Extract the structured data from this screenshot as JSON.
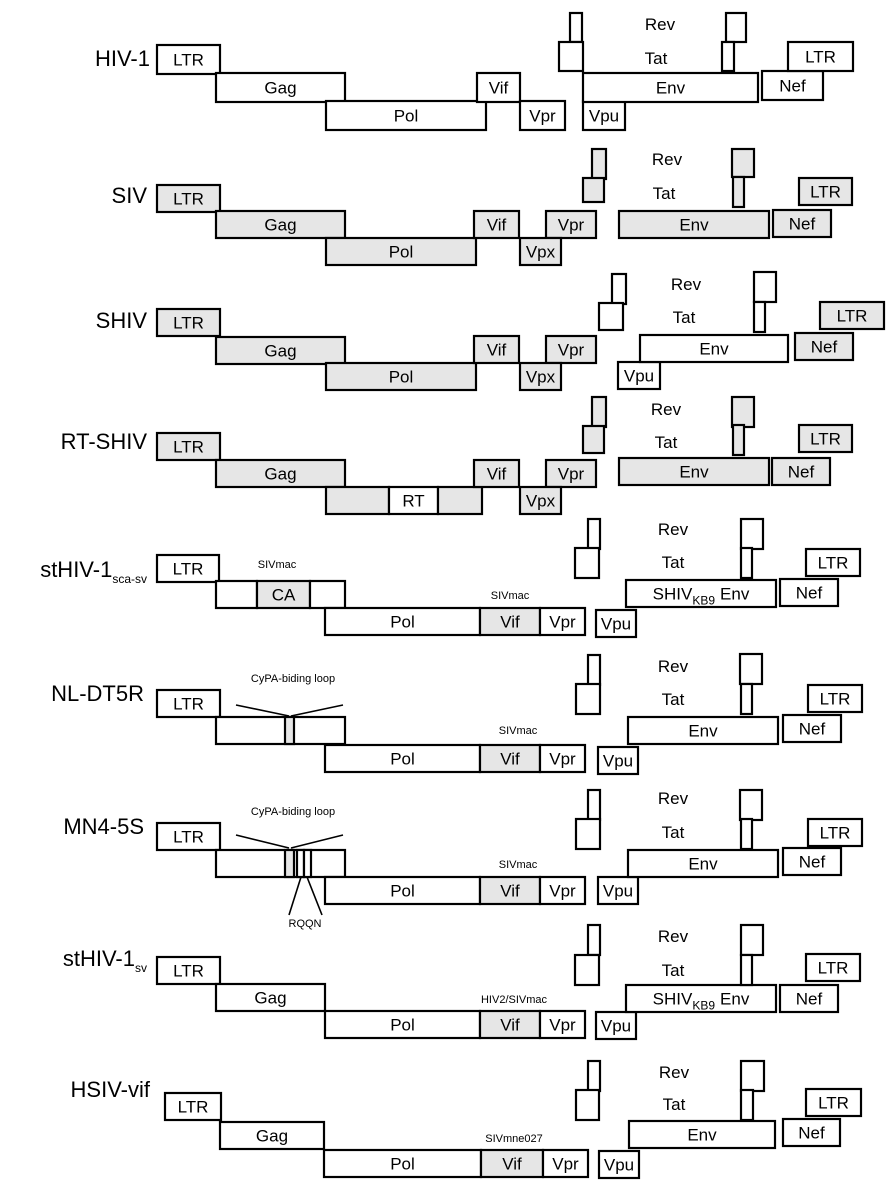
{
  "colors": {
    "white": "#ffffff",
    "grey": "#e6e6e6",
    "stroke": "#000000"
  },
  "genomes": [
    {
      "label": "HIV-1",
      "boxes": [
        {
          "label": "LTR",
          "fill": "white"
        },
        {
          "label": "Gag",
          "fill": "white"
        },
        {
          "label": "Pol",
          "fill": "white"
        },
        {
          "label": "Vif",
          "fill": "white"
        },
        {
          "label": "Vpr",
          "fill": "white"
        },
        {
          "label": "Vpu",
          "fill": "white"
        },
        {
          "label": "Env",
          "fill": "white"
        },
        {
          "label": "Nef",
          "fill": "white"
        },
        {
          "label": "LTR",
          "fill": "white"
        },
        {
          "label": "",
          "fill": "white"
        },
        {
          "label": "",
          "fill": "white"
        },
        {
          "label": "",
          "fill": "white"
        },
        {
          "label": "",
          "fill": "white"
        }
      ],
      "rev": "Rev",
      "tat": "Tat"
    },
    {
      "label": "SIV",
      "boxes": [
        {
          "label": "LTR",
          "fill": "grey"
        },
        {
          "label": "Gag",
          "fill": "grey"
        },
        {
          "label": "Pol",
          "fill": "grey"
        },
        {
          "label": "Vif",
          "fill": "grey"
        },
        {
          "label": "Vpr",
          "fill": "grey"
        },
        {
          "label": "Vpx",
          "fill": "grey"
        },
        {
          "label": "Env",
          "fill": "grey"
        },
        {
          "label": "Nef",
          "fill": "grey"
        },
        {
          "label": "LTR",
          "fill": "grey"
        },
        {
          "label": "",
          "fill": "grey"
        },
        {
          "label": "",
          "fill": "grey"
        },
        {
          "label": "",
          "fill": "grey"
        },
        {
          "label": "",
          "fill": "grey"
        }
      ],
      "rev": "Rev",
      "tat": "Tat"
    },
    {
      "label": "SHIV",
      "boxes": [
        {
          "label": "LTR",
          "fill": "grey"
        },
        {
          "label": "Gag",
          "fill": "grey"
        },
        {
          "label": "Pol",
          "fill": "grey"
        },
        {
          "label": "Vif",
          "fill": "grey"
        },
        {
          "label": "Vpr",
          "fill": "grey"
        },
        {
          "label": "Vpx",
          "fill": "grey"
        },
        {
          "label": "Vpu",
          "fill": "white"
        },
        {
          "label": "Env",
          "fill": "white"
        },
        {
          "label": "Nef",
          "fill": "grey"
        },
        {
          "label": "LTR",
          "fill": "grey"
        },
        {
          "label": "",
          "fill": "white"
        },
        {
          "label": "",
          "fill": "white"
        },
        {
          "label": "",
          "fill": "white"
        },
        {
          "label": "",
          "fill": "white"
        }
      ],
      "rev": "Rev",
      "tat": "Tat"
    },
    {
      "label": "RT-SHIV",
      "boxes": [
        {
          "label": "LTR",
          "fill": "grey"
        },
        {
          "label": "Gag",
          "fill": "grey"
        },
        {
          "label": "",
          "fill": "grey"
        },
        {
          "label": "RT",
          "fill": "white"
        },
        {
          "label": "",
          "fill": "grey"
        },
        {
          "label": "Vif",
          "fill": "grey"
        },
        {
          "label": "Vpr",
          "fill": "grey"
        },
        {
          "label": "Vpx",
          "fill": "grey"
        },
        {
          "label": "Env",
          "fill": "grey"
        },
        {
          "label": "Nef",
          "fill": "grey"
        },
        {
          "label": "LTR",
          "fill": "grey"
        },
        {
          "label": "",
          "fill": "grey"
        },
        {
          "label": "",
          "fill": "grey"
        },
        {
          "label": "",
          "fill": "grey"
        },
        {
          "label": "",
          "fill": "grey"
        }
      ],
      "rev": "Rev",
      "tat": "Tat"
    },
    {
      "label": "stHIV-1",
      "label_sub": "sca-sv",
      "boxes": [
        {
          "label": "LTR",
          "fill": "white"
        },
        {
          "label": "",
          "fill": "white"
        },
        {
          "label": "CA",
          "fill": "grey"
        },
        {
          "label": "",
          "fill": "white"
        },
        {
          "label": "Pol",
          "fill": "white"
        },
        {
          "label": "Vif",
          "fill": "grey"
        },
        {
          "label": "Vpr",
          "fill": "white"
        },
        {
          "label": "Vpu",
          "fill": "white"
        },
        {
          "label": "Env",
          "fill": "white",
          "pre": "SHIV",
          "sub": "KB9"
        },
        {
          "label": "Nef",
          "fill": "white"
        },
        {
          "label": "LTR",
          "fill": "white"
        },
        {
          "label": "",
          "fill": "white"
        },
        {
          "label": "",
          "fill": "white"
        },
        {
          "label": "",
          "fill": "white"
        },
        {
          "label": "",
          "fill": "white"
        }
      ],
      "rev": "Rev",
      "tat": "Tat",
      "notes": [
        "SIVmac",
        "SIVmac"
      ]
    },
    {
      "label": "NL-DT5R",
      "boxes": [
        {
          "label": "LTR",
          "fill": "white"
        },
        {
          "label": "",
          "fill": "white"
        },
        {
          "label": "",
          "fill": "grey"
        },
        {
          "label": "Pol",
          "fill": "white"
        },
        {
          "label": "Vif",
          "fill": "grey"
        },
        {
          "label": "Vpr",
          "fill": "white"
        },
        {
          "label": "Vpu",
          "fill": "white"
        },
        {
          "label": "Env",
          "fill": "white"
        },
        {
          "label": "Nef",
          "fill": "white"
        },
        {
          "label": "LTR",
          "fill": "white"
        },
        {
          "label": "",
          "fill": "white"
        },
        {
          "label": "",
          "fill": "white"
        },
        {
          "label": "",
          "fill": "white"
        },
        {
          "label": "",
          "fill": "white"
        }
      ],
      "rev": "Rev",
      "tat": "Tat",
      "notes": [
        "CyPA-biding loop",
        "SIVmac"
      ]
    },
    {
      "label": "MN4-5S",
      "boxes": [
        {
          "label": "LTR",
          "fill": "white"
        },
        {
          "label": "",
          "fill": "white"
        },
        {
          "label": "",
          "fill": "grey"
        },
        {
          "label": "",
          "fill": "white"
        },
        {
          "label": "",
          "fill": "white"
        },
        {
          "label": "Pol",
          "fill": "white"
        },
        {
          "label": "Vif",
          "fill": "grey"
        },
        {
          "label": "Vpr",
          "fill": "white"
        },
        {
          "label": "Vpu",
          "fill": "white"
        },
        {
          "label": "Env",
          "fill": "white"
        },
        {
          "label": "Nef",
          "fill": "white"
        },
        {
          "label": "LTR",
          "fill": "white"
        },
        {
          "label": "",
          "fill": "white"
        },
        {
          "label": "",
          "fill": "white"
        },
        {
          "label": "",
          "fill": "white"
        },
        {
          "label": "",
          "fill": "white"
        }
      ],
      "rev": "Rev",
      "tat": "Tat",
      "notes": [
        "CyPA-biding loop",
        "SIVmac",
        "RQQN"
      ]
    },
    {
      "label": "stHIV-1",
      "label_sub": "sv",
      "boxes": [
        {
          "label": "LTR",
          "fill": "white"
        },
        {
          "label": "Gag",
          "fill": "white"
        },
        {
          "label": "Pol",
          "fill": "white"
        },
        {
          "label": "Vif",
          "fill": "grey"
        },
        {
          "label": "Vpr",
          "fill": "white"
        },
        {
          "label": "Vpu",
          "fill": "white"
        },
        {
          "label": "Env",
          "fill": "white",
          "pre": "SHIV",
          "sub": "KB9"
        },
        {
          "label": "Nef",
          "fill": "white"
        },
        {
          "label": "LTR",
          "fill": "white"
        },
        {
          "label": "",
          "fill": "white"
        },
        {
          "label": "",
          "fill": "white"
        },
        {
          "label": "",
          "fill": "white"
        },
        {
          "label": "",
          "fill": "white"
        }
      ],
      "rev": "Rev",
      "tat": "Tat",
      "notes": [
        "HIV2/SIVmac"
      ]
    },
    {
      "label": "HSIV-vif",
      "boxes": [
        {
          "label": "LTR",
          "fill": "white"
        },
        {
          "label": "Gag",
          "fill": "white"
        },
        {
          "label": "Pol",
          "fill": "white"
        },
        {
          "label": "Vif",
          "fill": "grey"
        },
        {
          "label": "Vpr",
          "fill": "white"
        },
        {
          "label": "Vpu",
          "fill": "white"
        },
        {
          "label": "Env",
          "fill": "white"
        },
        {
          "label": "Nef",
          "fill": "white"
        },
        {
          "label": "LTR",
          "fill": "white"
        },
        {
          "label": "",
          "fill": "white"
        },
        {
          "label": "",
          "fill": "white"
        },
        {
          "label": "",
          "fill": "white"
        },
        {
          "label": "",
          "fill": "white"
        }
      ],
      "rev": "Rev",
      "tat": "Tat",
      "notes": [
        "SIVmne027"
      ]
    }
  ]
}
